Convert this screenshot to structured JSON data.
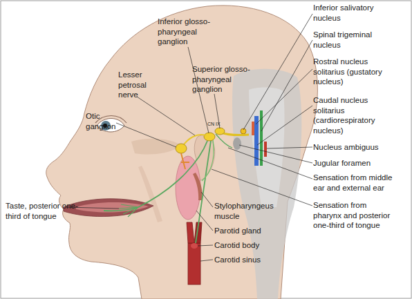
{
  "diagram": {
    "labels": [
      "Inferior glosso- pharyngeal ganglion",
      "Lesser petrosal nerve",
      "Superior glosso- pharyngeal ganglion",
      "Otic ganglion",
      "Inferior salivatory nucleus",
      "Spinal trigeminal nucleus",
      "Rostral nucleus solitarius (gustatory nucleus)",
      "Caudal nucleus solitarius (cardiorespiratory nucleus)",
      "Nucleus ambiguus",
      "Jugular foramen",
      "Sensation from middle ear and external ear",
      "Sensation from pharynx and posterior one-third of tongue",
      "Taste, posterior one-third of tongue",
      "Stylopharyngeus muscle",
      "Parotid gland",
      "Carotid body",
      "Carotid sinus",
      "CN IX"
    ]
  }
}
